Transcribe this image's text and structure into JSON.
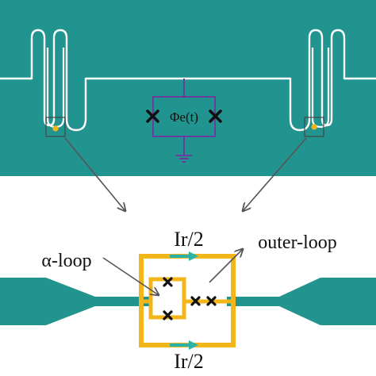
{
  "colors": {
    "substrate": "#22948f",
    "resonator_line": "#ffffff",
    "circuit": "#6a3d9a",
    "gold": "#f2b51a",
    "current_arrow": "#2bb3a8",
    "junction": "#111111",
    "arrow": "#555555"
  },
  "labels": {
    "flux": "Φe(t)",
    "alpha_loop": "α-loop",
    "outer_loop": "outer-loop",
    "current_top": "Ir/2",
    "current_bottom": "Ir/2"
  },
  "icons": [
    "josephson-junction-cross-icon",
    "ground-icon",
    "current-direction-arrow-icon"
  ]
}
